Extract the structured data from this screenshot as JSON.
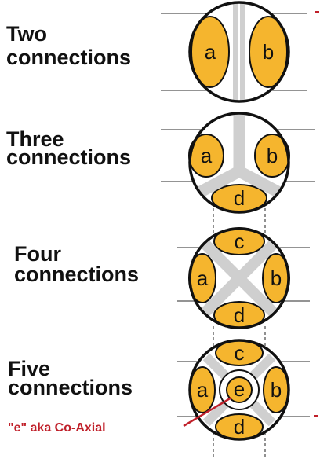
{
  "panels": [
    {
      "title_line1": "Two",
      "title_line2": "connections",
      "letters": {
        "a": "a",
        "b": "b"
      }
    },
    {
      "title_line1": "Three",
      "title_line2": "connections",
      "letters": {
        "a": "a",
        "b": "b",
        "d": "d"
      }
    },
    {
      "title_line1": "Four",
      "title_line2": "connections",
      "letters": {
        "a": "a",
        "b": "b",
        "c": "c",
        "d": "d"
      }
    },
    {
      "title_line1": "Five",
      "title_line2": "connections",
      "letters": {
        "a": "a",
        "b": "b",
        "c": "c",
        "d": "d",
        "e": "e"
      }
    }
  ],
  "coaxial_note": "\"e\" aka Co-Axial",
  "colors": {
    "conductor": "#f5b52e",
    "separator": "#cfcfcf",
    "outline": "#111111",
    "note": "#c0202a",
    "guide_line": "#555555"
  }
}
